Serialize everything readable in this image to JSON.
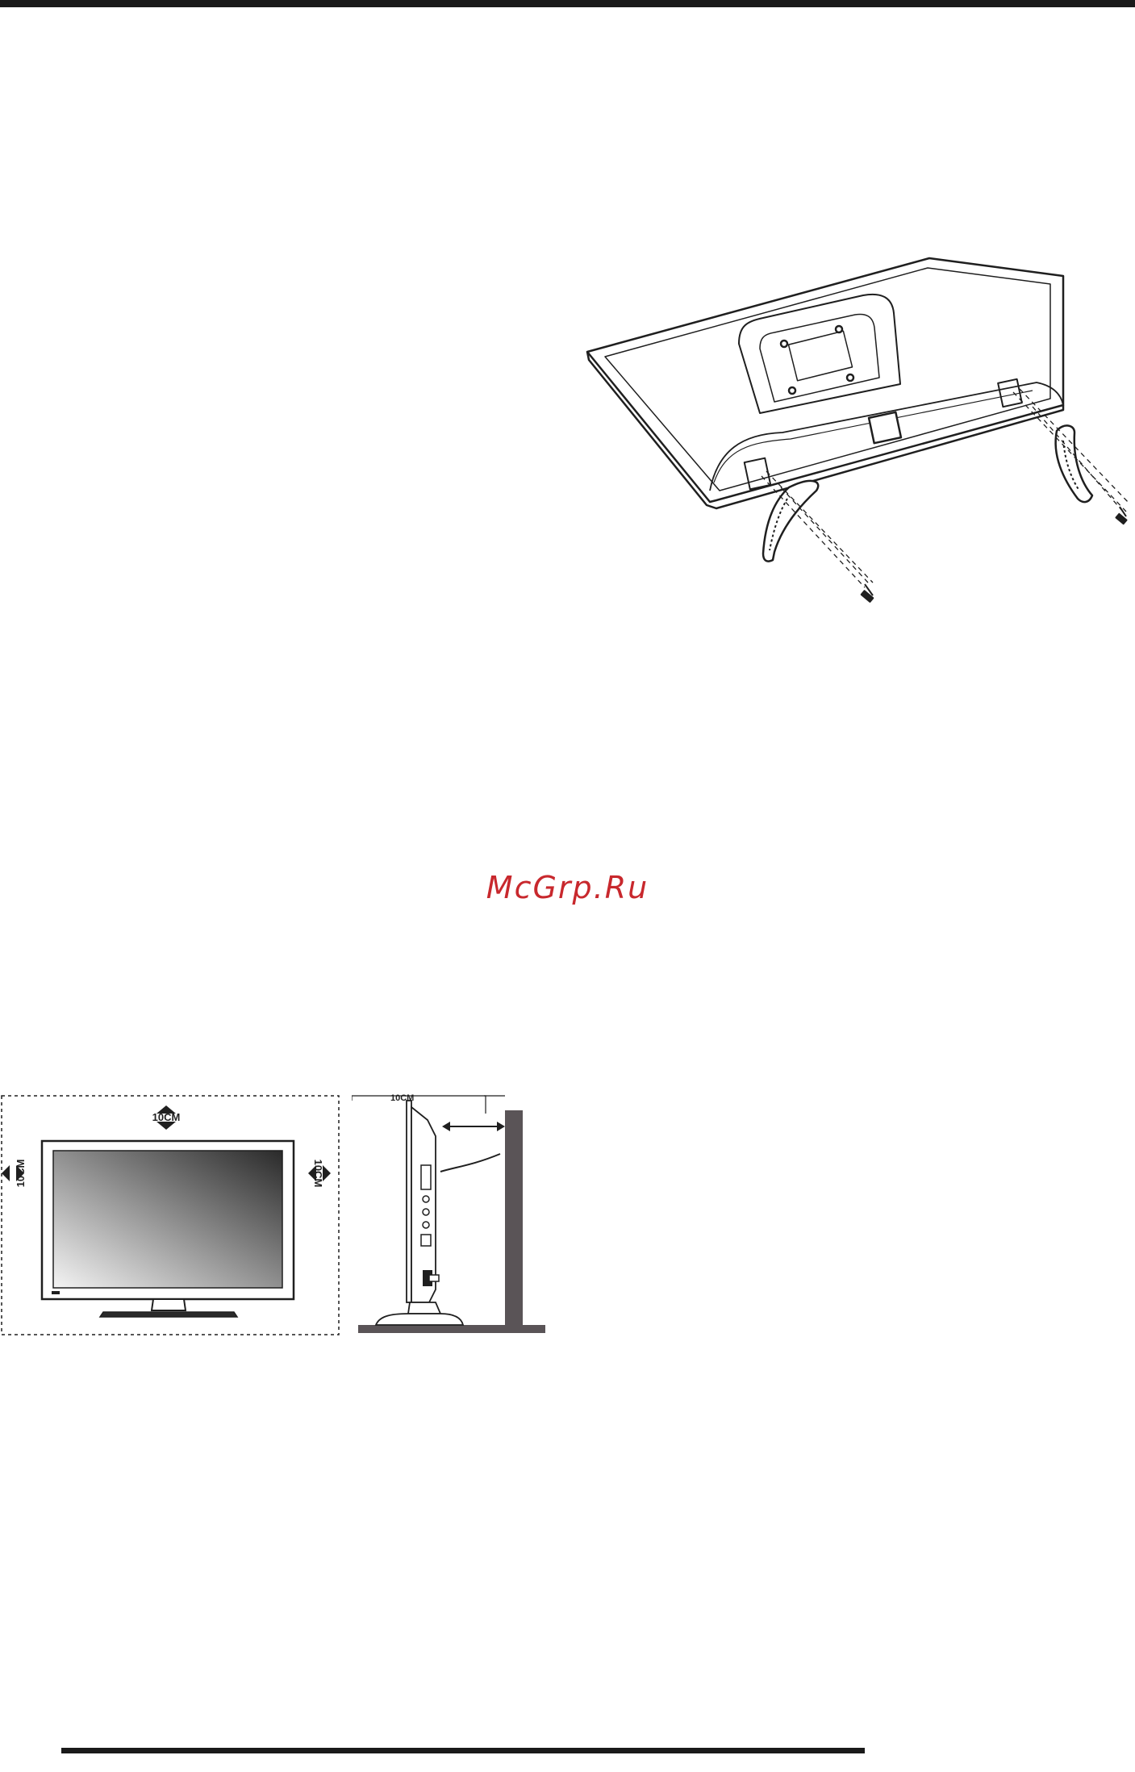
{
  "watermark": {
    "text": "McGrp.Ru",
    "color": "#c8282d"
  },
  "clearance": {
    "top": "10CM",
    "left": "10CM",
    "right": "10CM",
    "rear": "10CM"
  },
  "colors": {
    "rule": "#1a1a1a",
    "wall": "#5a5457",
    "line_art": "#1f1f1f"
  }
}
